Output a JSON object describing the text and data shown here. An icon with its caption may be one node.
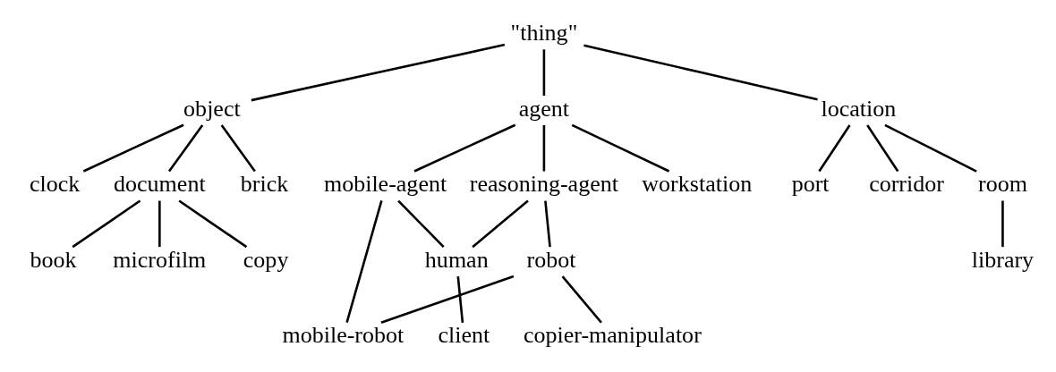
{
  "diagram": {
    "nodes": [
      {
        "text": [
          "\"thing\""
        ]
      },
      {
        "text": [
          "object"
        ]
      },
      {
        "text": [
          "agent"
        ]
      },
      {
        "text": [
          "location"
        ]
      },
      {
        "text": [
          "clock"
        ]
      },
      {
        "text": [
          "document"
        ]
      },
      {
        "text": [
          "brick"
        ]
      },
      {
        "text": [
          "mobile-agent"
        ]
      },
      {
        "text": [
          "reasoning-agent"
        ]
      },
      {
        "text": [
          "workstation"
        ]
      },
      {
        "text": [
          "port"
        ]
      },
      {
        "text": [
          "corridor"
        ]
      },
      {
        "text": [
          "room"
        ]
      },
      {
        "text": [
          "book"
        ]
      },
      {
        "text": [
          "microfilm"
        ]
      },
      {
        "text": [
          "copy"
        ]
      },
      {
        "text": [
          "human"
        ]
      },
      {
        "text": [
          "robot"
        ]
      },
      {
        "text": [
          "library"
        ]
      },
      {
        "text": [
          "client"
        ]
      },
      {
        "text": [
          "mobile-robot"
        ]
      },
      {
        "text": [
          "copier-manipulator"
        ]
      }
    ],
    "edges": [
      {
        "from": 0,
        "to": 1,
        "arrow": "none"
      },
      {
        "from": 0,
        "to": 2,
        "arrow": "none"
      },
      {
        "from": 0,
        "to": 3,
        "arrow": "none"
      },
      {
        "from": 1,
        "to": 4,
        "arrow": "none"
      },
      {
        "from": 1,
        "to": 5,
        "arrow": "none"
      },
      {
        "from": 1,
        "to": 6,
        "arrow": "none"
      },
      {
        "from": 2,
        "to": 7,
        "arrow": "none"
      },
      {
        "from": 2,
        "to": 8,
        "arrow": "none"
      },
      {
        "from": 2,
        "to": 9,
        "arrow": "none"
      },
      {
        "from": 3,
        "to": 10,
        "arrow": "none"
      },
      {
        "from": 3,
        "to": 11,
        "arrow": "none"
      },
      {
        "from": 3,
        "to": 12,
        "arrow": "none"
      },
      {
        "from": 5,
        "to": 13,
        "arrow": "none"
      },
      {
        "from": 5,
        "to": 14,
        "arrow": "none"
      },
      {
        "from": 5,
        "to": 15,
        "arrow": "none"
      },
      {
        "from": 7,
        "to": 16,
        "arrow": "none"
      },
      {
        "from": 8,
        "to": 16,
        "arrow": "none"
      },
      {
        "from": 8,
        "to": 17,
        "arrow": "none"
      },
      {
        "from": 7,
        "to": 20,
        "arrow": "none"
      },
      {
        "from": 12,
        "to": 18,
        "arrow": "none"
      },
      {
        "from": 16,
        "to": 19,
        "arrow": "none"
      },
      {
        "from": 17,
        "to": 20,
        "arrow": "none"
      },
      {
        "from": 17,
        "to": 21,
        "arrow": "none"
      }
    ]
  }
}
